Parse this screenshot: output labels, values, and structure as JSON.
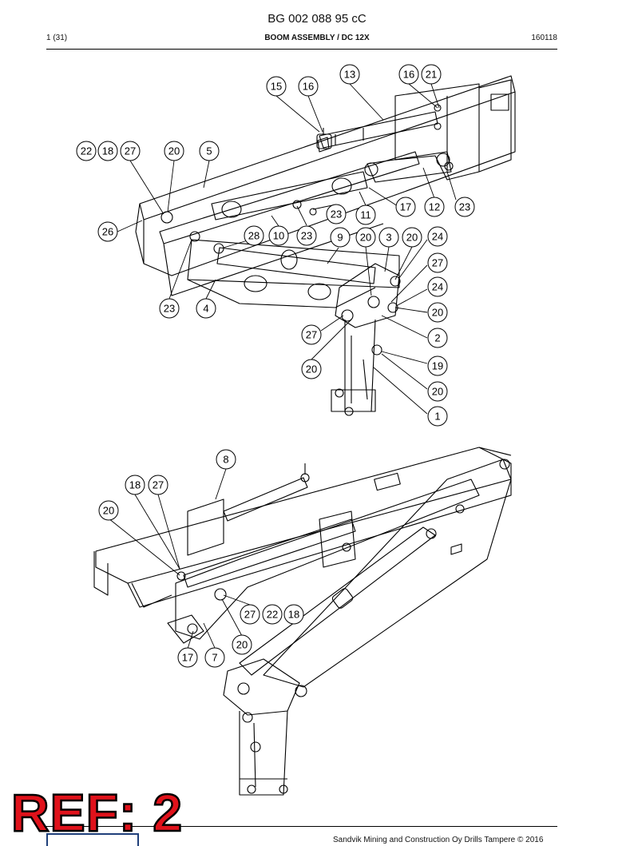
{
  "header": {
    "document_number": "BG 002 088 95 cC",
    "page": "1 (31)",
    "title": "BOOM ASSEMBLY / DC 12X",
    "date_code": "160118"
  },
  "footer": {
    "copyright": "Sandvik Mining and Construction Oy Drills Tampere © 2016"
  },
  "stamp": {
    "text": "REF: 2",
    "color": "#e0121b"
  },
  "callouts_upper": [
    "13",
    "16",
    "21",
    "15",
    "16",
    "22",
    "18",
    "27",
    "20",
    "5",
    "26",
    "17",
    "12",
    "23",
    "23",
    "11",
    "28",
    "10",
    "23",
    "9",
    "20",
    "3",
    "20",
    "24",
    "27",
    "24",
    "23",
    "4",
    "20",
    "27",
    "2",
    "19",
    "20",
    "20",
    "1"
  ],
  "callouts_lower": [
    "8",
    "18",
    "27",
    "20",
    "27",
    "22",
    "18",
    "20",
    "17",
    "7"
  ]
}
